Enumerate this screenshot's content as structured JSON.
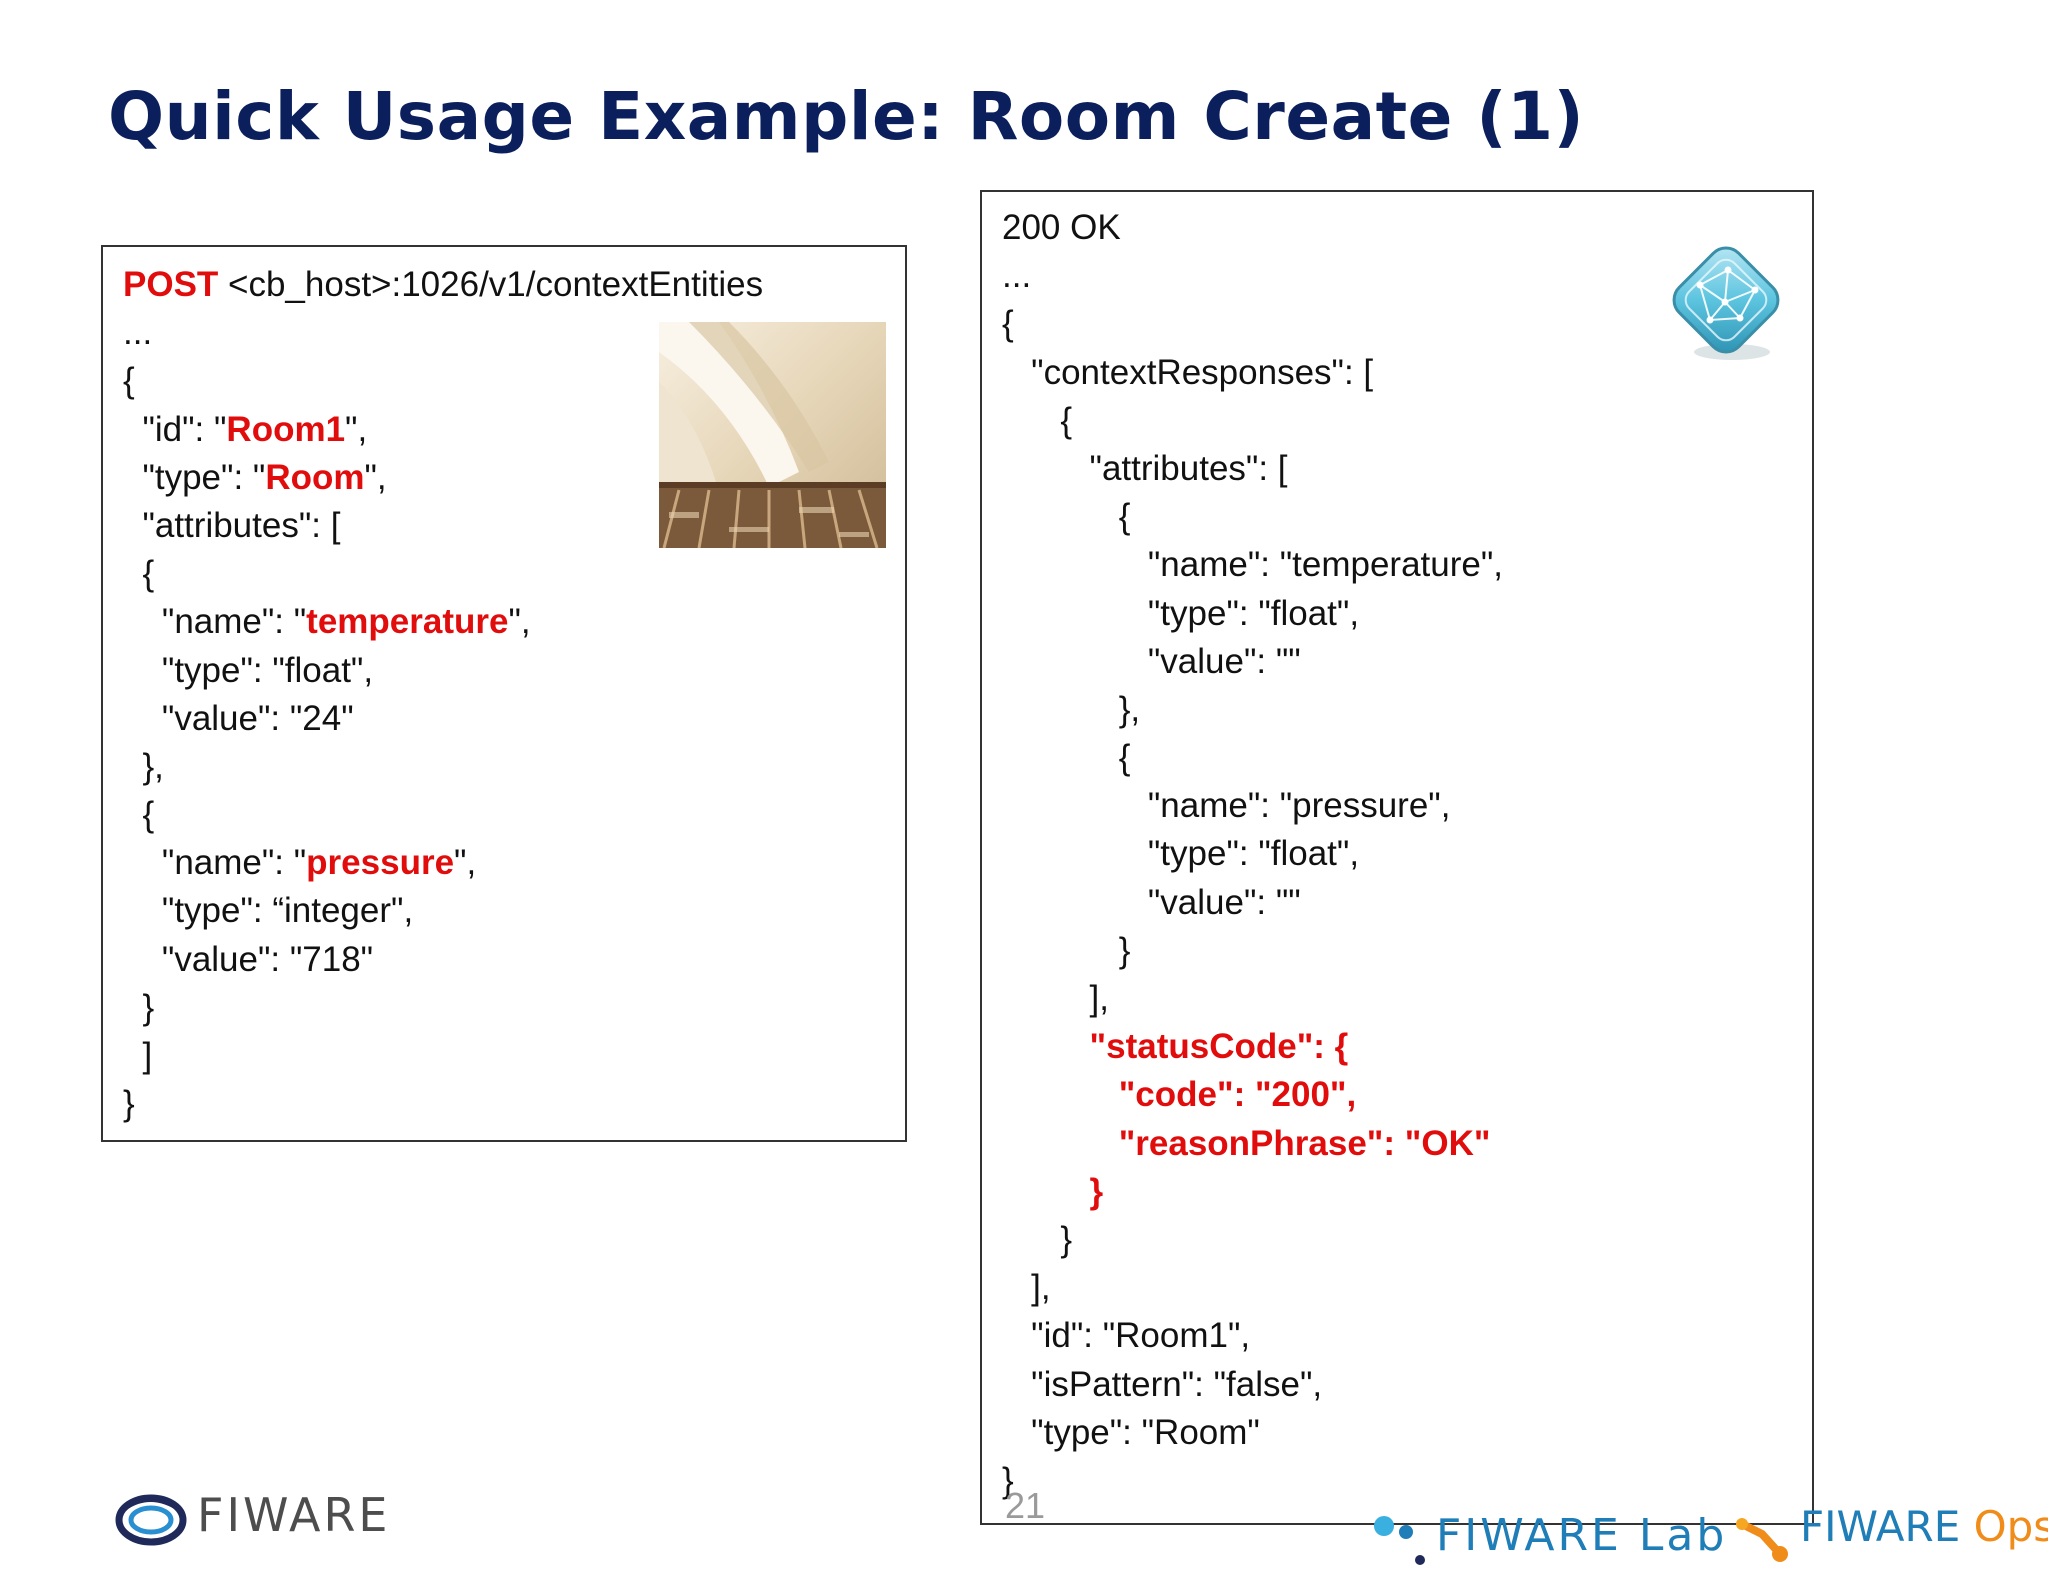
{
  "slide": {
    "title": "Quick Usage Example: Room Create (1)",
    "page_number": "21"
  },
  "request": {
    "method": "POST",
    "url": " <cb_host>:1026/v1/contextEntities",
    "lines": {
      "l2": "...",
      "l3": "{",
      "l4a": "  \"id\": \"",
      "l4v": "Room1",
      "l4b": "\",",
      "l5a": "  \"type\": \"",
      "l5v": "Room",
      "l5b": "\",",
      "l6": "  \"attributes\": [",
      "l7": "  {",
      "l8a": "    \"name\": \"",
      "l8v": "temperature",
      "l8b": "\",",
      "l9": "    \"type\": \"float\",",
      "l10": "    \"value\": \"24\"",
      "l11": "  },",
      "l12": "  {",
      "l13a": "    \"name\": \"",
      "l13v": "pressure",
      "l13b": "\",",
      "l14": "    \"type\": “integer\",",
      "l15": "    \"value\": \"718\"",
      "l16": "  }",
      "l17": "  ]",
      "l18": "}"
    }
  },
  "response": {
    "lines": {
      "r1": "200 OK",
      "r2": "...",
      "r3": "{",
      "r4": "   \"contextResponses\": [",
      "r5": "      {",
      "r6": "         \"attributes\": [",
      "r7": "            {",
      "r8": "               \"name\": \"temperature\",",
      "r9": "               \"type\": \"float\",",
      "r10": "               \"value\": \"\"",
      "r11": "            },",
      "r12": "            {",
      "r13": "               \"name\": \"pressure\",",
      "r14": "               \"type\": \"float\",",
      "r15": "               \"value\": \"\"",
      "r16": "            }",
      "r17": "         ],",
      "r18": "         \"statusCode\": {",
      "r19": "            \"code\": \"200\",",
      "r20": "            \"reasonPhrase\": \"OK\"",
      "r21": "         }",
      "r22": "      }",
      "r23": "   ],",
      "r24": "   \"id\": \"Room1\",",
      "r25": "   \"isPattern\": \"false\",",
      "r26": "   \"type\": \"Room\"",
      "r27": "}"
    }
  },
  "logos": {
    "fiware": "FIWARE",
    "lab": "FIWARE Lab",
    "ops_main": "FIWARE ",
    "ops_suffix": "Ops"
  },
  "icons": [
    "room-image",
    "cube-network-icon",
    "fiware-logo",
    "fiware-lab-logo",
    "fiware-ops-logo"
  ],
  "colors": {
    "title": "#0b1f5c",
    "highlight": "#e10d0d",
    "logo_blue": "#1f7db7",
    "logo_orange": "#f08c1a"
  }
}
